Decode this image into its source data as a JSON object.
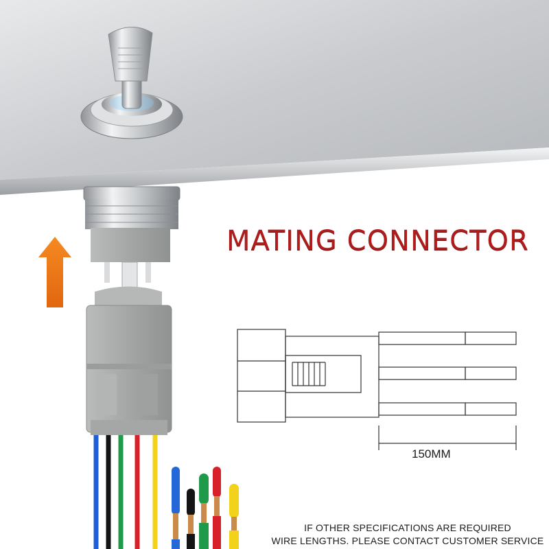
{
  "headline": "MATING CONNECTOR",
  "dimension": "150MM",
  "notice": {
    "line1": "IF OTHER SPECIFICATIONS ARE REQUIRED",
    "line2": "WIRE LENGTHS. PLEASE CONTACT CUSTOMER SERVICE"
  },
  "colors": {
    "headline": "#b01c1c",
    "arrow": "#f07a18",
    "wire_blue": "#1f5fd6",
    "wire_black": "#141414",
    "wire_green": "#1f9a4a",
    "wire_red": "#d8202a",
    "wire_yellow": "#f2d21a",
    "housing_gray": "#a8aba9"
  },
  "icons": {
    "arrow": "arrow-up-icon"
  }
}
